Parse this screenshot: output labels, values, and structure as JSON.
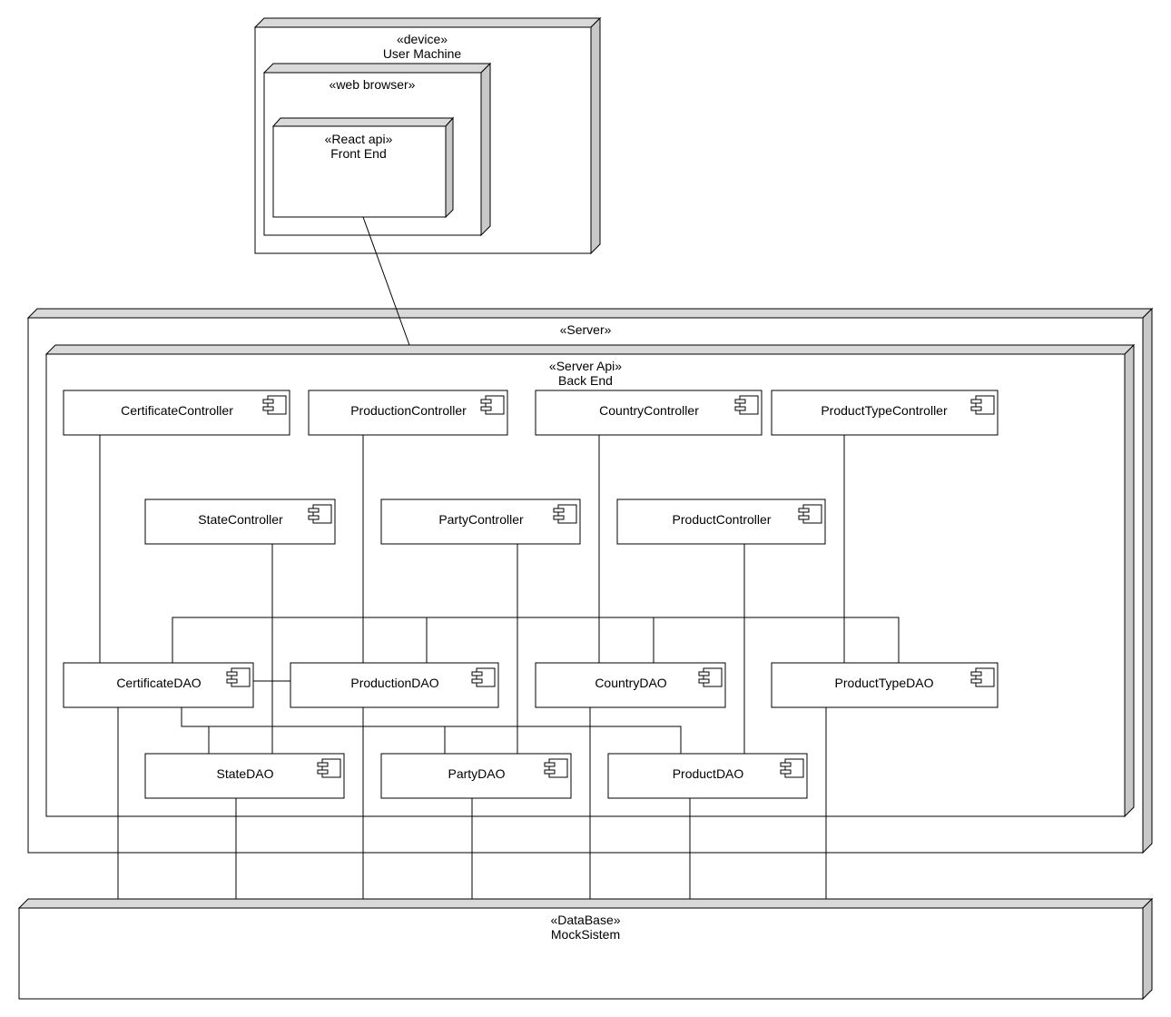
{
  "nodes": {
    "user_machine": {
      "stereotype": "«device»",
      "name": "User Machine"
    },
    "web_browser": {
      "stereotype": "«web browser»"
    },
    "front_end": {
      "stereotype": "«React api»",
      "name": "Front End"
    },
    "server": {
      "stereotype": "«Server»"
    },
    "server_api": {
      "stereotype": "«Server Api»",
      "name": "Back End"
    },
    "database": {
      "stereotype": "«DataBase»",
      "name": "MockSistem"
    }
  },
  "components": {
    "certificate_controller": "CertificateController",
    "production_controller": "ProductionController",
    "country_controller": "CountryController",
    "producttype_controller": "ProductTypeController",
    "state_controller": "StateController",
    "party_controller": "PartyController",
    "product_controller": "ProductController",
    "certificate_dao": "CertificateDAO",
    "production_dao": "ProductionDAO",
    "country_dao": "CountryDAO",
    "producttype_dao": "ProductTypeDAO",
    "state_dao": "StateDAO",
    "party_dao": "PartyDAO",
    "product_dao": "ProductDAO"
  }
}
